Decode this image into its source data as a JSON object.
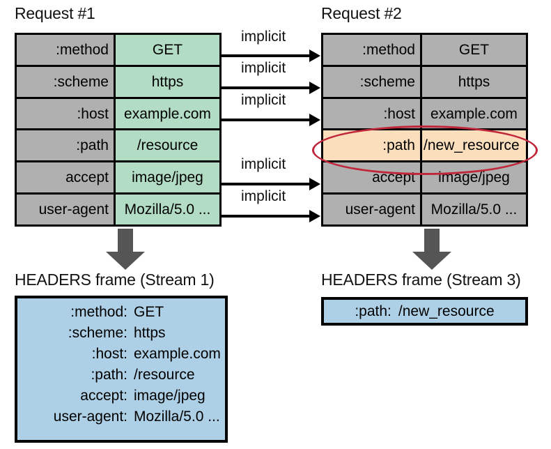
{
  "diagram": {
    "titles": {
      "request1": "Request #1",
      "request2": "Request #2",
      "frame1": "HEADERS frame (Stream 1)",
      "frame2": "HEADERS frame (Stream 3)"
    },
    "colors": {
      "header_name_gray": "#b0b0b0",
      "value_green": "#b2dcc4",
      "value_gray": "#b0b0b0",
      "highlight_orange": "#fbdfbd",
      "frame_blue": "#aed0e6",
      "arrow_gray": "#555555",
      "ellipse_red": "#c0273a",
      "outline_black": "#000000"
    },
    "request1": {
      "rows": [
        {
          "name": ":method",
          "value": "GET"
        },
        {
          "name": ":scheme",
          "value": "https"
        },
        {
          "name": ":host",
          "value": "example.com"
        },
        {
          "name": ":path",
          "value": "/resource"
        },
        {
          "name": "accept",
          "value": "image/jpeg"
        },
        {
          "name": "user-agent",
          "value": "Mozilla/5.0 ..."
        }
      ]
    },
    "request2": {
      "rows": [
        {
          "name": ":method",
          "value": "GET",
          "highlighted": false
        },
        {
          "name": ":scheme",
          "value": "https",
          "highlighted": false
        },
        {
          "name": ":host",
          "value": "example.com",
          "highlighted": false
        },
        {
          "name": ":path",
          "value": "/new_resource",
          "highlighted": true
        },
        {
          "name": "accept",
          "value": "image/jpeg",
          "highlighted": false
        },
        {
          "name": "user-agent",
          "value": "Mozilla/5.0 ...",
          "highlighted": false
        }
      ]
    },
    "implicit_arrows": [
      {
        "label": "implicit",
        "from_row": ":method",
        "to_row": ":method"
      },
      {
        "label": "implicit",
        "from_row": ":scheme",
        "to_row": ":scheme"
      },
      {
        "label": "implicit",
        "from_row": ":host",
        "to_row": ":host"
      },
      {
        "label": "implicit",
        "from_row": "accept",
        "to_row": "accept"
      },
      {
        "label": "implicit",
        "from_row": "user-agent",
        "to_row": "user-agent"
      }
    ],
    "frame1": {
      "lines": [
        {
          "key": ":method:",
          "value": "GET"
        },
        {
          "key": ":scheme:",
          "value": "https"
        },
        {
          "key": ":host:",
          "value": "example.com"
        },
        {
          "key": ":path:",
          "value": "/resource"
        },
        {
          "key": "accept:",
          "value": "image/jpeg"
        },
        {
          "key": "user-agent:",
          "value": "Mozilla/5.0 ..."
        }
      ]
    },
    "frame2": {
      "lines": [
        {
          "key": ":path:",
          "value": "/new_resource"
        }
      ]
    }
  }
}
